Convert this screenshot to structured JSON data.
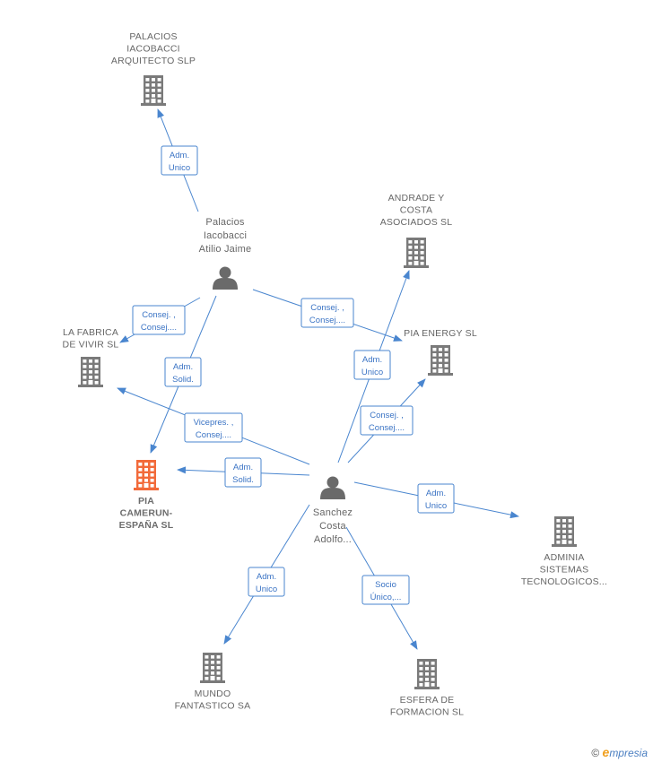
{
  "colors": {
    "edge": "#4a86cf",
    "company": "#7a7a7a",
    "highlight": "#f26a3a",
    "person": "#6a6a6a"
  },
  "nodes": [
    {
      "id": "palacios_slp",
      "type": "company",
      "lines": [
        "PALACIOS",
        "IACOBACCI",
        "ARQUITECTO SLP"
      ]
    },
    {
      "id": "palacios_person",
      "type": "person",
      "lines": [
        "Palacios",
        "Iacobacci",
        "Atilio Jaime"
      ]
    },
    {
      "id": "andrade",
      "type": "company",
      "lines": [
        "ANDRADE Y",
        "COSTA",
        "ASOCIADOS SL"
      ]
    },
    {
      "id": "lafabrica",
      "type": "company",
      "lines": [
        "LA FABRICA",
        "DE VIVIR SL"
      ]
    },
    {
      "id": "piaenergy",
      "type": "company",
      "lines": [
        "PIA ENERGY SL"
      ]
    },
    {
      "id": "piacamerun",
      "type": "company",
      "highlight": true,
      "lines": [
        "PIA",
        "CAMERUN-",
        "ESPAÑA SL"
      ]
    },
    {
      "id": "sanchez",
      "type": "person",
      "lines": [
        "Sanchez",
        "Costa",
        "Adolfo..."
      ]
    },
    {
      "id": "adminia",
      "type": "company",
      "lines": [
        "ADMINIA",
        "SISTEMAS",
        "TECNOLOGICOS..."
      ]
    },
    {
      "id": "mundo",
      "type": "company",
      "lines": [
        "MUNDO",
        "FANTASTICO SA"
      ]
    },
    {
      "id": "esfera",
      "type": "company",
      "lines": [
        "ESFERA DE",
        "FORMACION SL"
      ]
    }
  ],
  "edges": [
    {
      "id": "e1",
      "from": "palacios_person",
      "to": "palacios_slp",
      "label": [
        "Adm.",
        "Unico"
      ]
    },
    {
      "id": "e2",
      "from": "palacios_person",
      "to": "lafabrica",
      "label": [
        "Consej. ,",
        "Consej...."
      ]
    },
    {
      "id": "e3",
      "from": "palacios_person",
      "to": "piacamerun",
      "label": [
        "Adm.",
        "Solid."
      ]
    },
    {
      "id": "e4",
      "from": "palacios_person",
      "to": "piaenergy",
      "label": [
        "Consej. ,",
        "Consej...."
      ]
    },
    {
      "id": "e5",
      "from": "sanchez",
      "to": "andrade",
      "label": [
        "Adm.",
        "Unico"
      ]
    },
    {
      "id": "e6",
      "from": "sanchez",
      "to": "piaenergy",
      "label": [
        "Consej. ,",
        "Consej...."
      ]
    },
    {
      "id": "e7",
      "from": "sanchez",
      "to": "lafabrica",
      "label": [
        "Vicepres. ,",
        "Consej...."
      ]
    },
    {
      "id": "e8",
      "from": "sanchez",
      "to": "piacamerun",
      "label": [
        "Adm.",
        "Solid."
      ]
    },
    {
      "id": "e9",
      "from": "sanchez",
      "to": "adminia",
      "label": [
        "Adm.",
        "Unico"
      ]
    },
    {
      "id": "e10",
      "from": "sanchez",
      "to": "mundo",
      "label": [
        "Adm.",
        "Unico"
      ]
    },
    {
      "id": "e11",
      "from": "sanchez",
      "to": "esfera",
      "label": [
        "Socio",
        "Único,..."
      ]
    }
  ],
  "footer": {
    "copyright": "©",
    "brand_initial": "e",
    "brand_rest": "mpresia"
  }
}
